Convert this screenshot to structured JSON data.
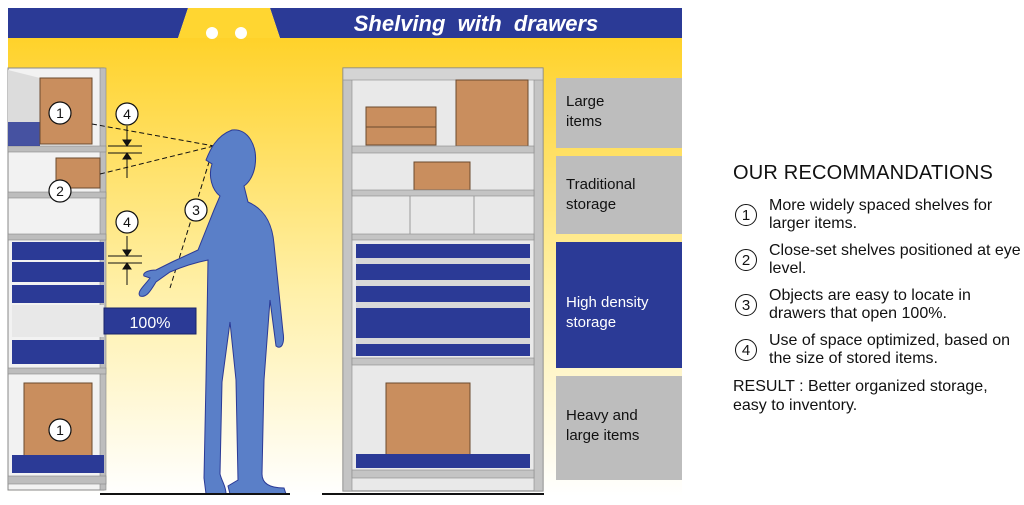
{
  "title": "Shelving  with  drawers",
  "colors": {
    "blue": "#2b3a96",
    "yellow": "#ffd631",
    "cardboard": "#c98e5e",
    "figure": "#5a7fc8",
    "grey_box": "#bdbdbd",
    "frame": "#9a9a9a"
  },
  "left_unit": {
    "labels": {
      "item1_top": "1",
      "item2": "2",
      "item1_bottom": "1",
      "spacing_a": "4",
      "spacing_b": "4",
      "reach": "3"
    },
    "drawer_label": "100%"
  },
  "categories": [
    {
      "label_lines": [
        "Large",
        "items"
      ],
      "style": "grey"
    },
    {
      "label_lines": [
        "Traditional",
        "storage"
      ],
      "style": "grey"
    },
    {
      "label_lines": [
        "High density",
        "storage"
      ],
      "style": "blue"
    },
    {
      "label_lines": [
        "Heavy and",
        "large items"
      ],
      "style": "grey"
    }
  ],
  "recommendations": {
    "heading": "OUR RECOMMANDATIONS",
    "items": [
      {
        "number": "1",
        "text": "More widely spaced shelves for larger items."
      },
      {
        "number": "2",
        "text": "Close-set shelves positioned at eye level."
      },
      {
        "number": "3",
        "text": "Objects are easy to locate in drawers that open 100%."
      },
      {
        "number": "4",
        "text": "Use of space optimized, based on the size of stored items."
      }
    ],
    "result": "RESULT : Better organized storage, easy to inventory."
  }
}
